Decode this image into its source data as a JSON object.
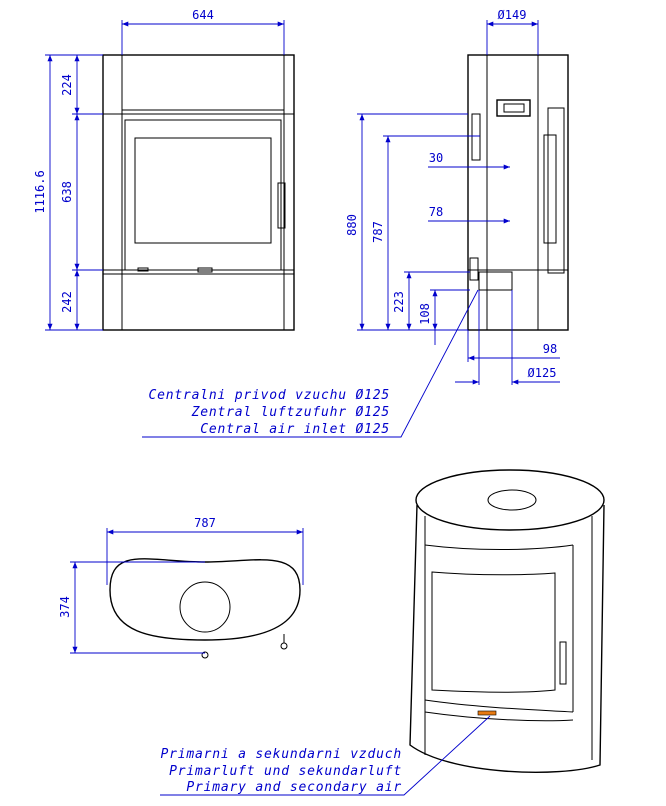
{
  "colors": {
    "dimension": "#0000cc",
    "outline": "#000000",
    "accent": "#e87a12"
  },
  "front_view": {
    "width_dim": "644",
    "height_total_dim": "1116.6",
    "top_panel_dim": "224",
    "window_dim": "638",
    "bottom_dim": "242"
  },
  "side_view": {
    "flue_diameter_dim": "Ø149",
    "height_880": "880",
    "height_787": "787",
    "dim_30": "30",
    "dim_78": "78",
    "dim_223": "223",
    "dim_108": "108",
    "dim_98": "98",
    "air_inlet_dim": "Ø125"
  },
  "top_view": {
    "width_dim": "787",
    "depth_dim": "374"
  },
  "central_air_labels": [
    "Centralni privod vzuchu Ø125",
    "Zentral luftzufuhr Ø125",
    "Central air inlet Ø125"
  ],
  "primary_air_labels": [
    "Primarni a sekundarni vzduch",
    "Primarluft und sekundarluft",
    "Primary and secondary air"
  ]
}
